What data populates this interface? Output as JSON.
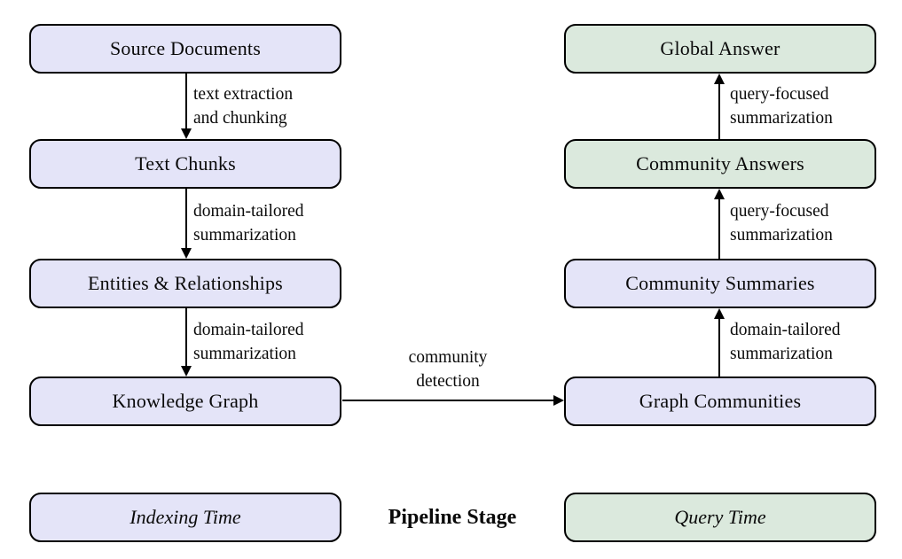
{
  "colors": {
    "indexing_fill": "#e4e4f8",
    "query_fill": "#dbe9dd",
    "border": "#000000",
    "background": "#ffffff"
  },
  "nodes": {
    "source_documents": "Source Documents",
    "text_chunks": "Text Chunks",
    "entities_relationships": "Entities & Relationships",
    "knowledge_graph": "Knowledge Graph",
    "global_answer": "Global Answer",
    "community_answers": "Community Answers",
    "community_summaries": "Community Summaries",
    "graph_communities": "Graph Communities"
  },
  "edges": {
    "source_to_chunks": {
      "line1": "text extraction",
      "line2": "and chunking"
    },
    "chunks_to_entities": {
      "line1": "domain-tailored",
      "line2": "summarization"
    },
    "entities_to_graph": {
      "line1": "domain-tailored",
      "line2": "summarization"
    },
    "graph_to_communities": {
      "line1": "community",
      "line2": "detection"
    },
    "communities_to_summaries": {
      "line1": "domain-tailored",
      "line2": "summarization"
    },
    "summaries_to_answers": {
      "line1": "query-focused",
      "line2": "summarization"
    },
    "answers_to_global": {
      "line1": "query-focused",
      "line2": "summarization"
    }
  },
  "legend": {
    "indexing_time": "Indexing Time",
    "pipeline_stage": "Pipeline Stage",
    "query_time": "Query Time"
  }
}
